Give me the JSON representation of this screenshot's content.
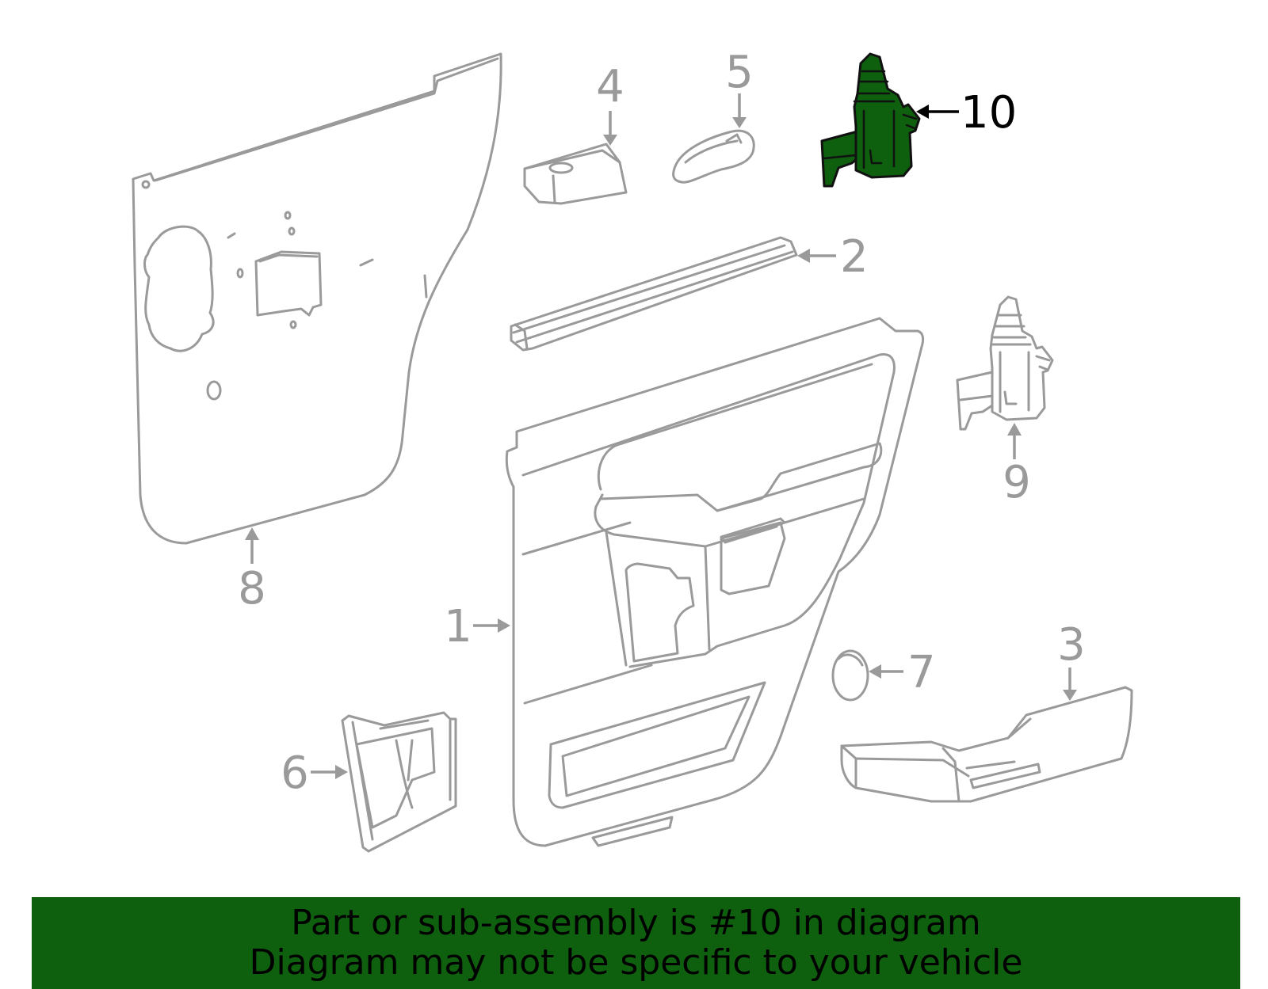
{
  "colors": {
    "highlight_fill": "#0e5f0e",
    "banner_bg": "#0e5f0e",
    "part_stroke": "#9a9a9a",
    "highlight_label": "#000000"
  },
  "diagram": {
    "highlighted_part": "10",
    "callouts": [
      {
        "id": "1",
        "label": "1"
      },
      {
        "id": "2",
        "label": "2"
      },
      {
        "id": "3",
        "label": "3"
      },
      {
        "id": "4",
        "label": "4"
      },
      {
        "id": "5",
        "label": "5"
      },
      {
        "id": "6",
        "label": "6"
      },
      {
        "id": "7",
        "label": "7"
      },
      {
        "id": "8",
        "label": "8"
      },
      {
        "id": "9",
        "label": "9"
      },
      {
        "id": "10",
        "label": "10"
      }
    ]
  },
  "banner": {
    "line1": "Part or sub-assembly is #10 in diagram",
    "line2": "Diagram may not be specific to your vehicle"
  }
}
